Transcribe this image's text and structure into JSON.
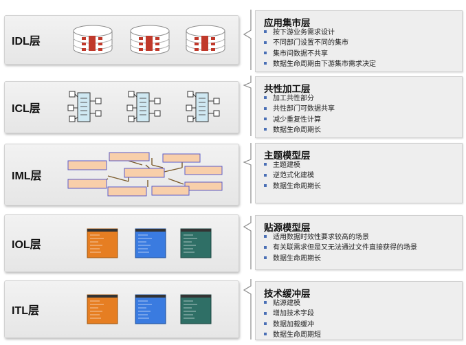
{
  "layers": [
    {
      "label": "IDL层",
      "icon": "database-cylinder-icon"
    },
    {
      "label": "ICL层",
      "icon": "process-node-icon"
    },
    {
      "label": "IML层",
      "icon": "entity-relationship-diagram-icon"
    },
    {
      "label": "IOL层",
      "icon": "table-sheet-icon"
    },
    {
      "label": "ITL层",
      "icon": "table-sheet-icon"
    }
  ],
  "panels": [
    {
      "title": "应用集市层",
      "items": [
        "按下游业务需求设计",
        "不同部门设置不同的集市",
        "集市间数据不共享",
        "数据生命周期由下游集市需求决定"
      ]
    },
    {
      "title": "共性加工层",
      "items": [
        "加工共性部分",
        "共性部门可数据共享",
        "减少重复性计算",
        "数据生命周期长"
      ]
    },
    {
      "title": "主题模型层",
      "items": [
        "主题建模",
        "逆范式化建模",
        "数据生命周期长"
      ]
    },
    {
      "title": "贴源模型层",
      "items": [
        "适用数据时效性要求较高的场景",
        "有关联需求但是又无法通过文件直接获得的场景",
        "数据生命周期长"
      ]
    },
    {
      "title": "技术缓冲层",
      "items": [
        "贴源建模",
        "增加技术字段",
        "数据加载缓冲",
        "数据生命周期短"
      ]
    }
  ],
  "colors": {
    "bullet": "#4a6fb5",
    "sheet_orange": "#e67e22",
    "sheet_blue": "#3a7be0",
    "sheet_teal": "#2f6f66",
    "entity_fill": "#f8cfaa",
    "entity_border": "#5b5bc8",
    "node_fill": "#cfe8f2",
    "db_marker": "#c0392b"
  }
}
